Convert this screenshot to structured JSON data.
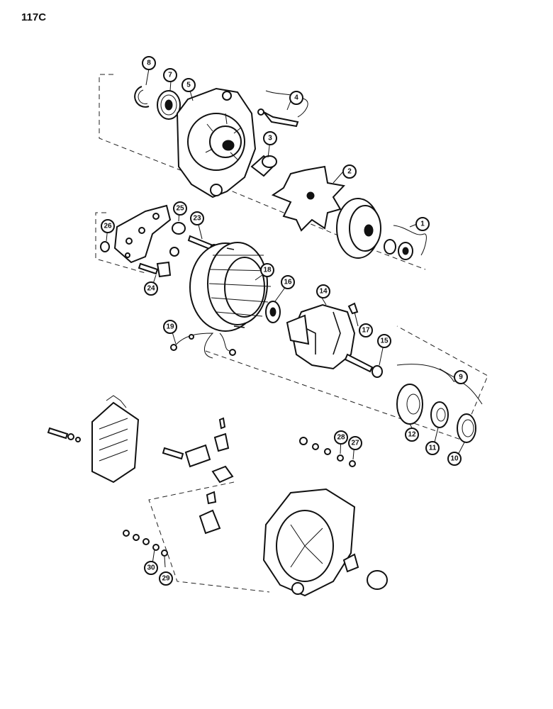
{
  "page_code": "117C",
  "callouts": [
    "1",
    "2",
    "3",
    "4",
    "5",
    "7",
    "8",
    "9",
    "10",
    "11",
    "12",
    "14",
    "15",
    "16",
    "17",
    "18",
    "19",
    "23",
    "24",
    "25",
    "26",
    "27",
    "28",
    "29",
    "30"
  ]
}
